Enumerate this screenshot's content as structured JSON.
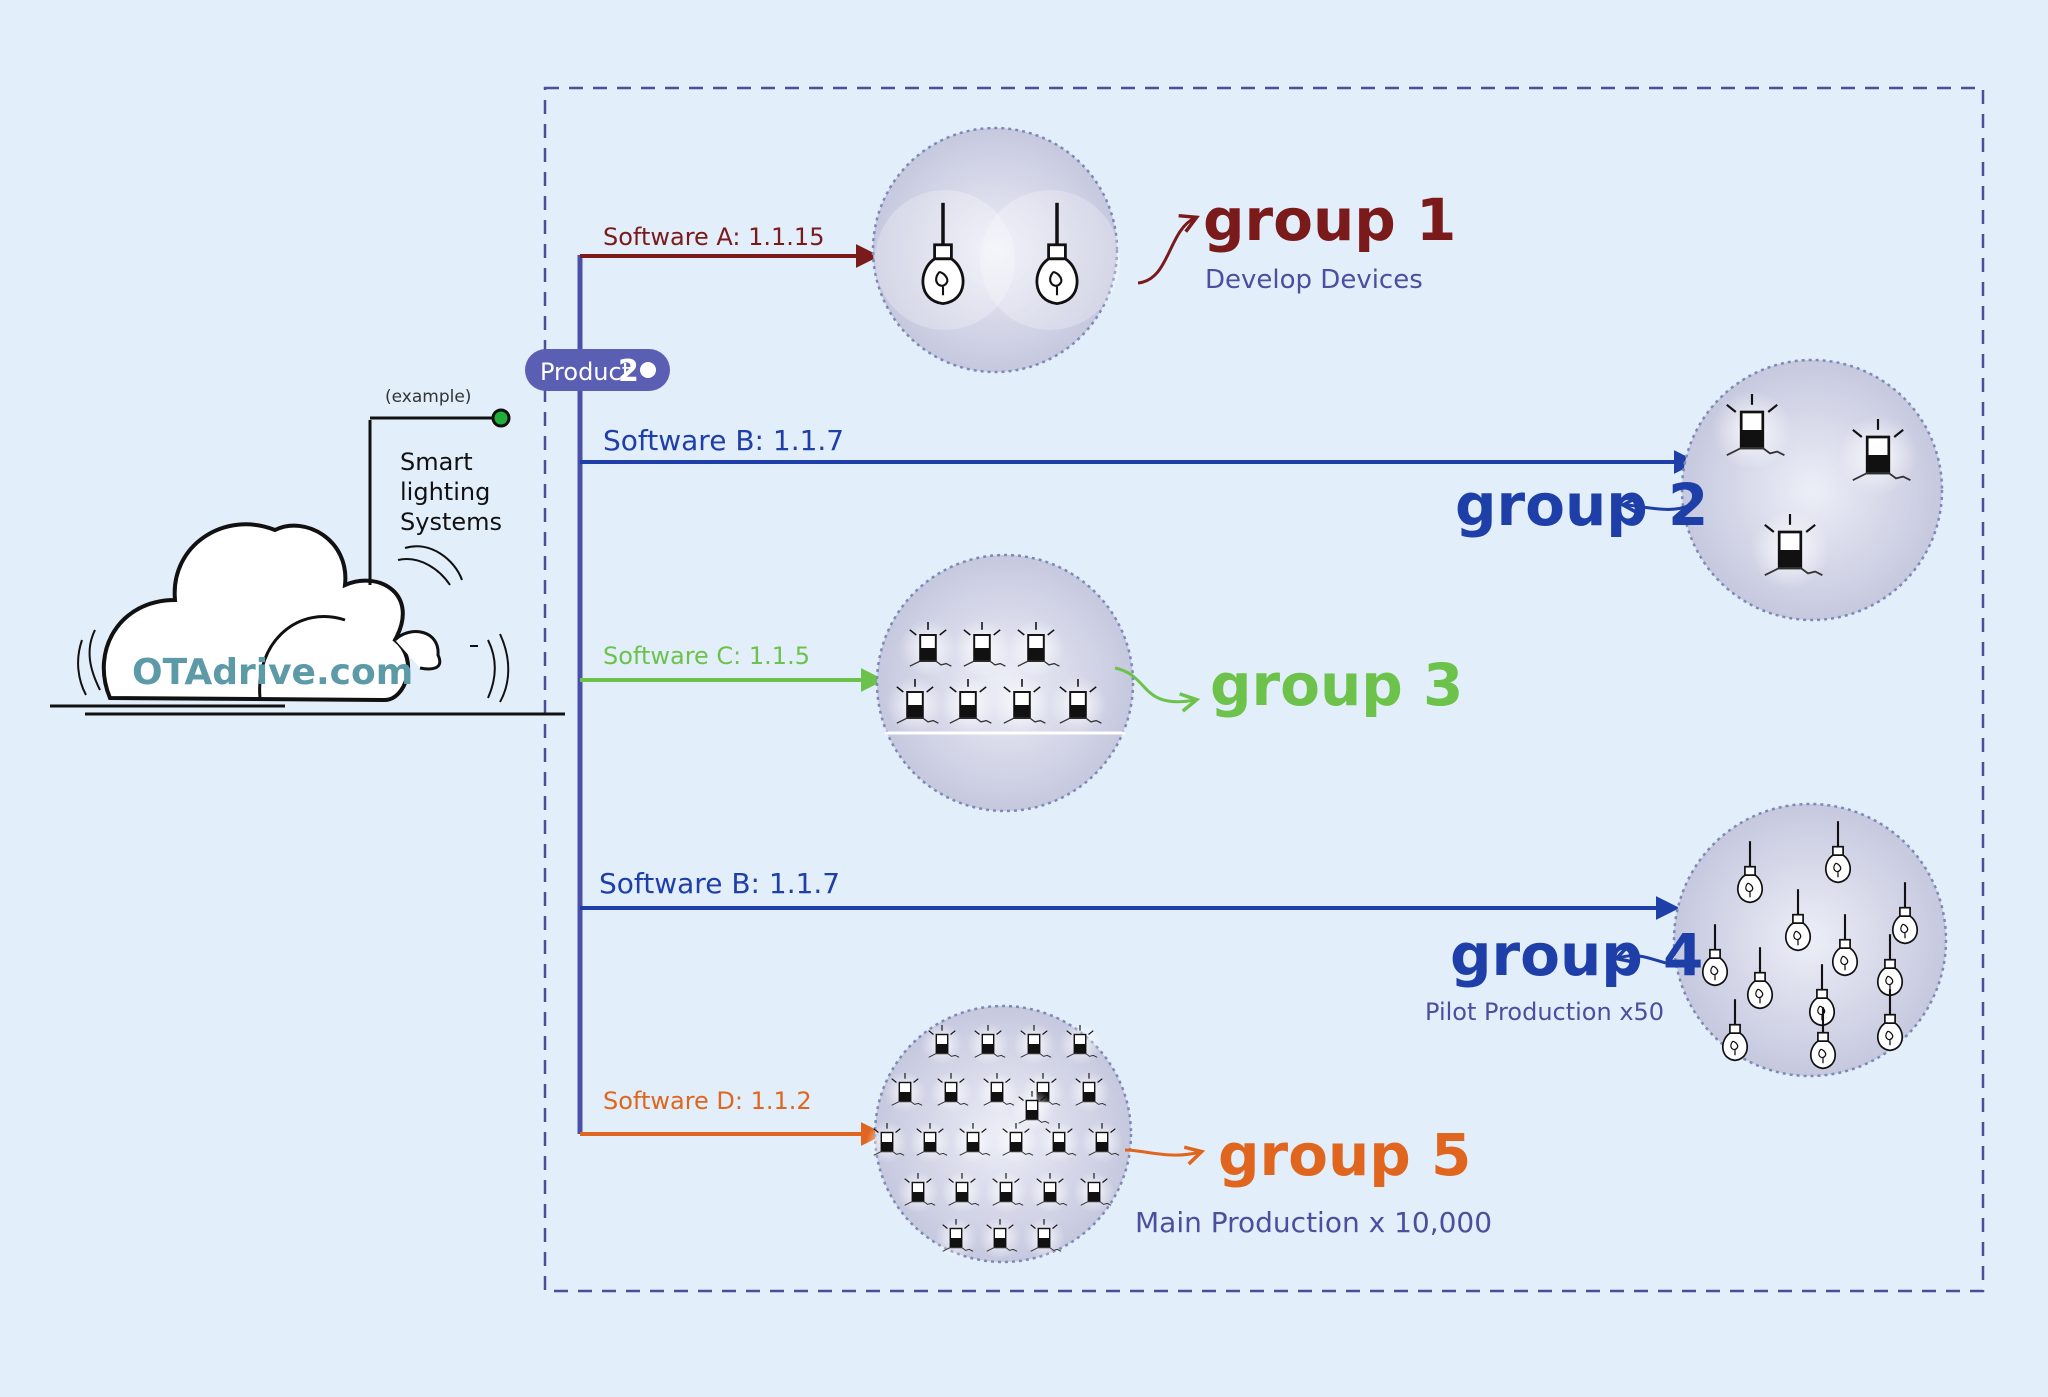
{
  "brand": {
    "name": "OTAdrive.com"
  },
  "colors": {
    "background": "#e3eefb",
    "frame": "#4b4f9a",
    "trunk": "#4a4fa8",
    "software_a": "#7a1a1a",
    "software_b": "#1e3fa8",
    "software_c": "#6cc24a",
    "software_d": "#e0661f",
    "sub_label": "#4a4f9e",
    "cloud_text": "#5c9aa8",
    "led_green": "#1fae3a"
  },
  "device": {
    "example_note": "(example)",
    "label_line1": "Smart",
    "label_line2": "lighting",
    "label_line3": "Systems"
  },
  "product_badge": {
    "label": "Product",
    "number": "2"
  },
  "branches": [
    {
      "software": "Software A: 1.1.15",
      "group": "group 1",
      "subtitle": "Develop Devices",
      "icon": "bulb-icon",
      "device_count": 2
    },
    {
      "software": "Software B: 1.1.7",
      "group": "group 2",
      "subtitle": "",
      "icon": "led-lamp-icon",
      "device_count": 3
    },
    {
      "software": "Software C: 1.1.5",
      "group": "group 3",
      "subtitle": "",
      "icon": "led-lamp-icon",
      "device_count": 7
    },
    {
      "software": "Software B: 1.1.7",
      "group": "group 4",
      "subtitle": "Pilot Production x50",
      "icon": "bulb-icon",
      "device_count": 12
    },
    {
      "software": "Software D: 1.1.2",
      "group": "group 5",
      "subtitle": "Main Production x 10,000",
      "icon": "led-lamp-icon",
      "device_count": 24
    }
  ]
}
